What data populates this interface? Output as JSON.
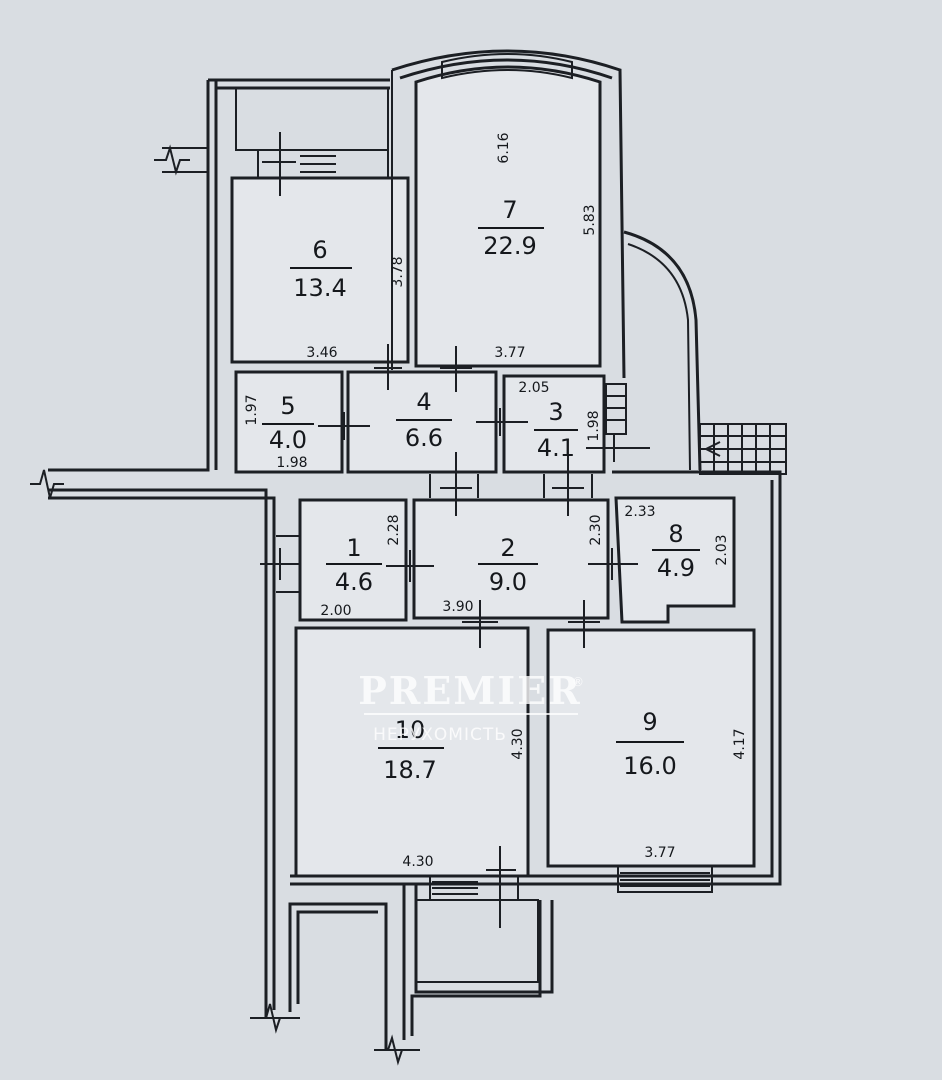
{
  "rooms": [
    {
      "number": "1",
      "area": "4.6",
      "dims": [
        "2.28",
        "2.00"
      ]
    },
    {
      "number": "2",
      "area": "9.0",
      "dims": [
        "2.30",
        "3.90"
      ]
    },
    {
      "number": "3",
      "area": "4.1",
      "dims": [
        "2.05",
        "1.98"
      ]
    },
    {
      "number": "4",
      "area": "6.6",
      "dims": []
    },
    {
      "number": "5",
      "area": "4.0",
      "dims": [
        "1.97",
        "1.98"
      ]
    },
    {
      "number": "6",
      "area": "13.4",
      "dims": [
        "3.78",
        "3.46"
      ]
    },
    {
      "number": "7",
      "area": "22.9",
      "dims": [
        "6.16",
        "5.83",
        "3.77"
      ]
    },
    {
      "number": "8",
      "area": "4.9",
      "dims": [
        "2.33",
        "2.03"
      ]
    },
    {
      "number": "9",
      "area": "16.0",
      "dims": [
        "4.17",
        "3.77"
      ]
    },
    {
      "number": "10",
      "area": "18.7",
      "dims": [
        "4.30",
        "4.30"
      ]
    }
  ],
  "watermark": {
    "brand": "PREMIER",
    "subtitle": "НЕРУХОМІСТЬ",
    "mark": "®"
  },
  "colors": {
    "paper": "#d9dde2",
    "ink": "#1c1f24"
  }
}
